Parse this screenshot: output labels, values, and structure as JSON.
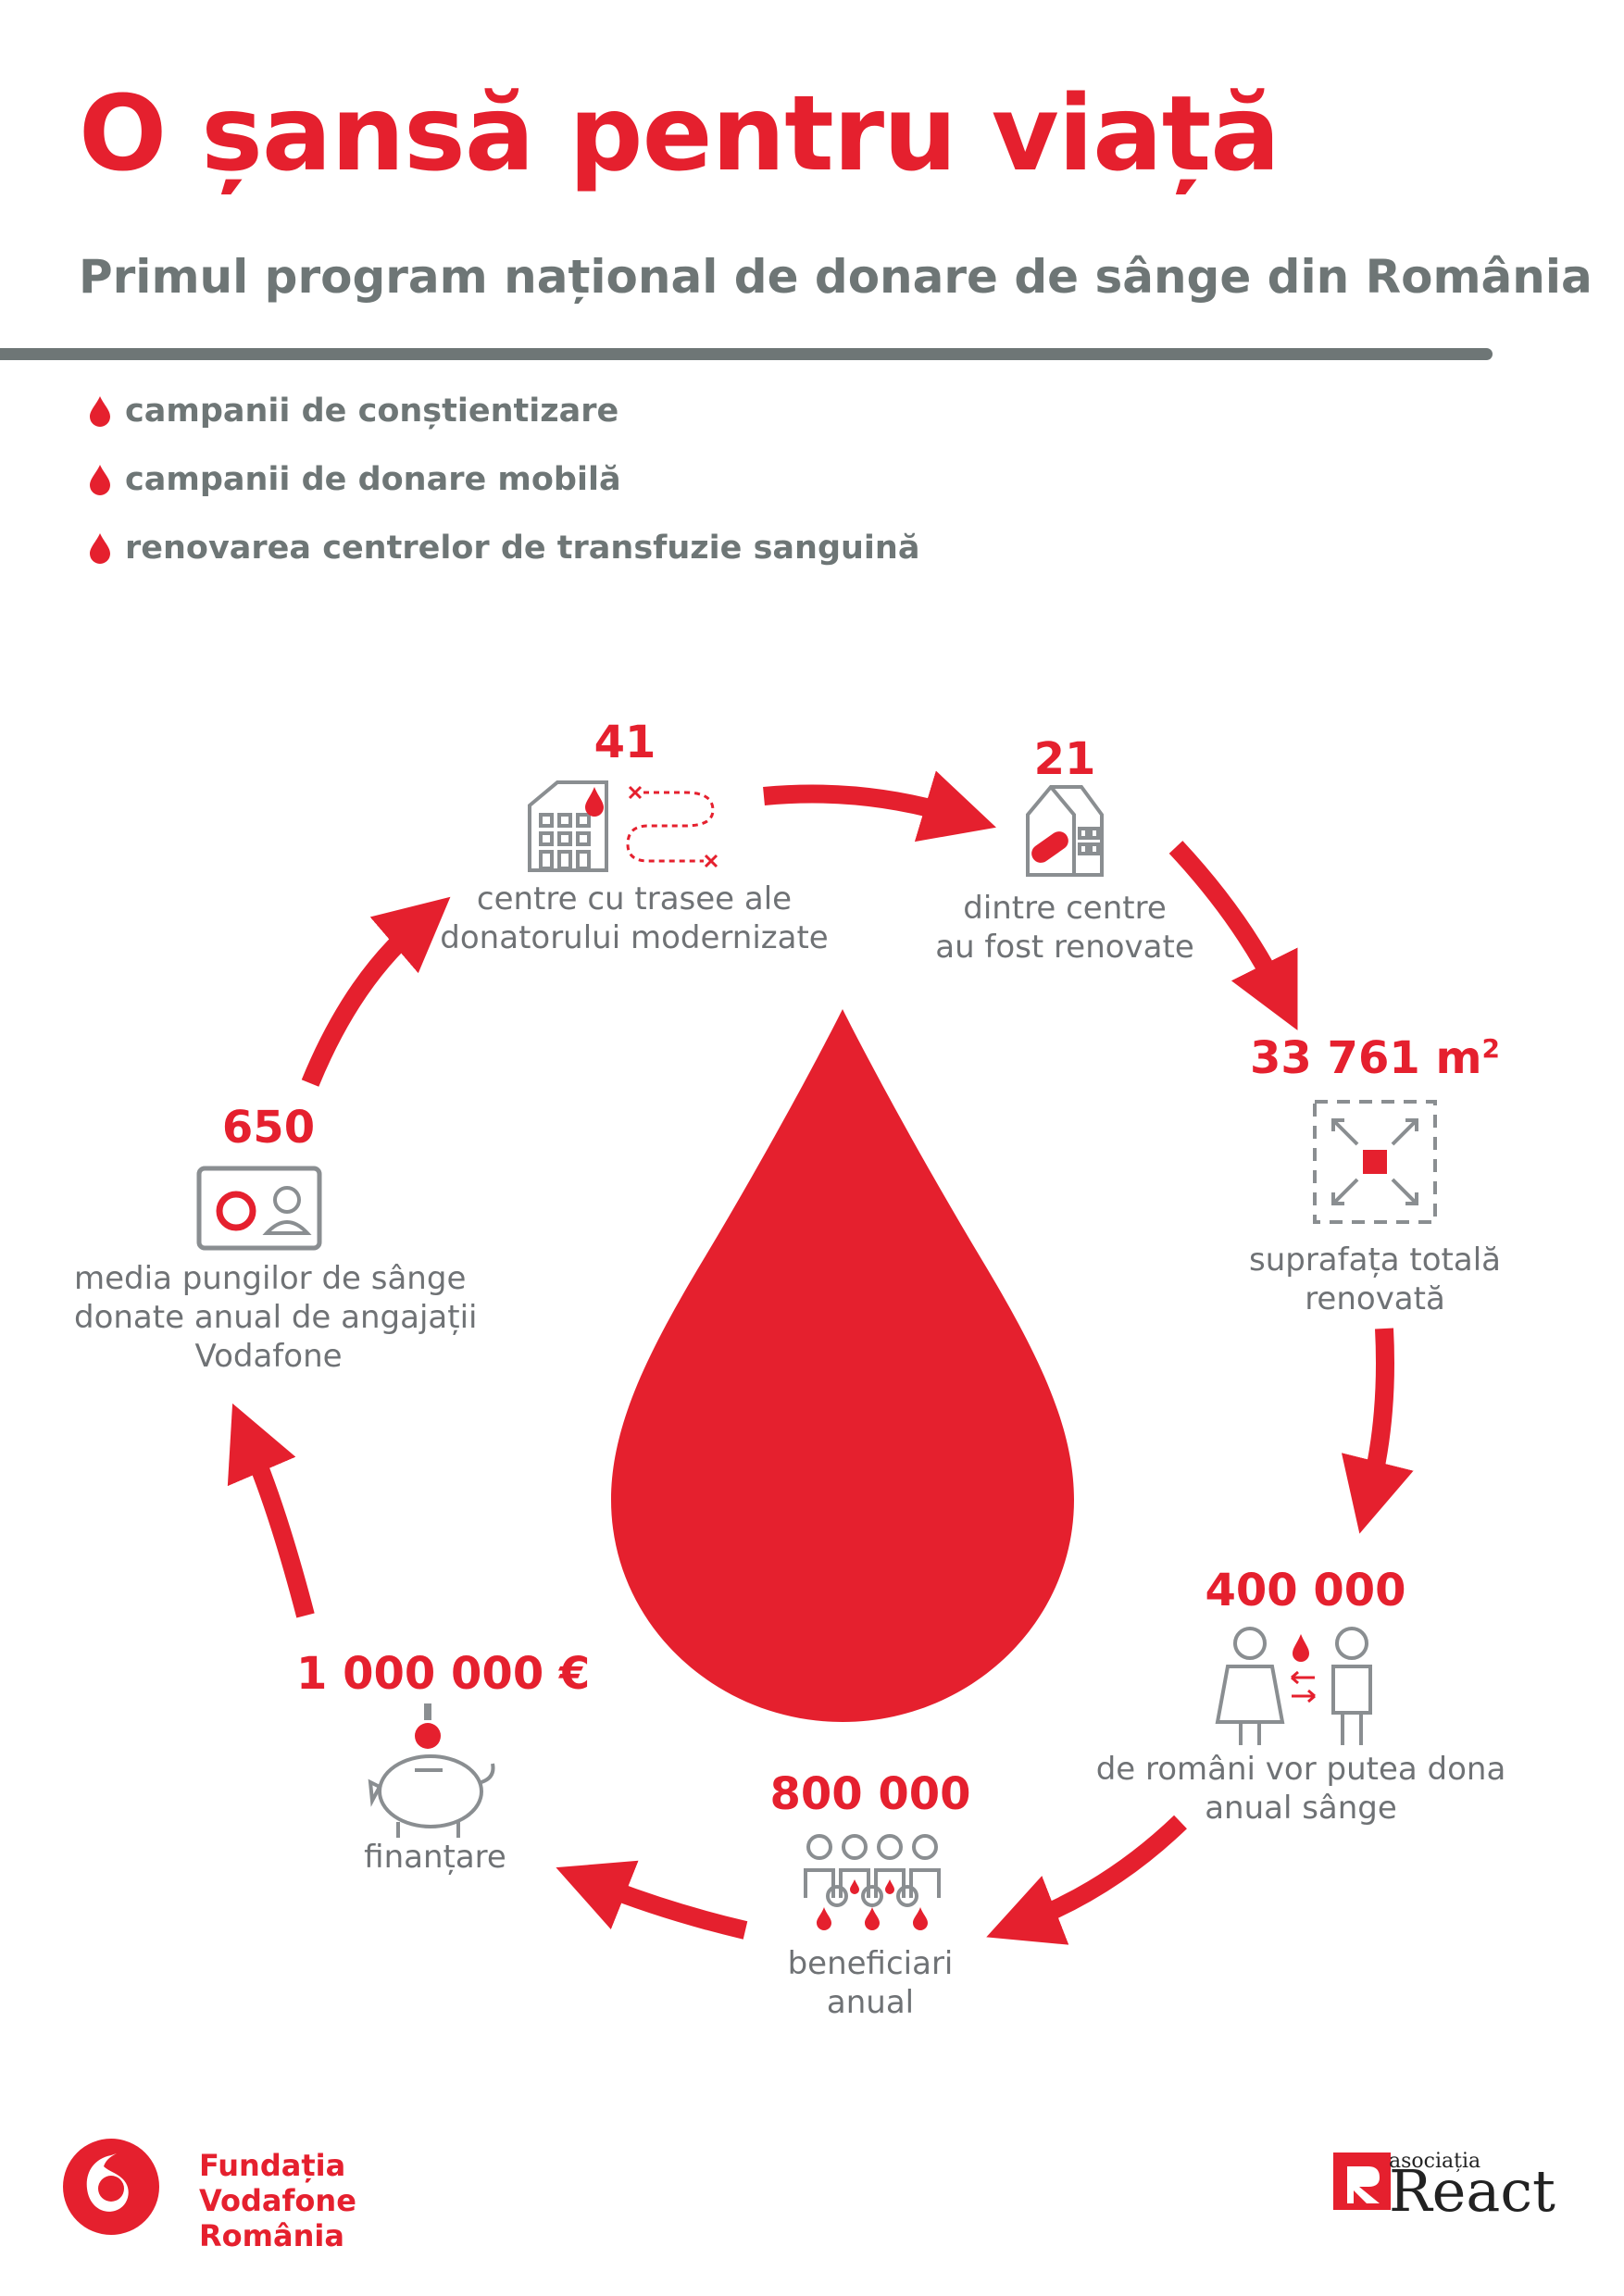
{
  "header": {
    "title": "O șansă pentru viață",
    "subtitle": "Primul program național de donare de sânge din România"
  },
  "bullets": [
    "campanii de conștientizare",
    "campanii de donare mobilă",
    "renovarea centrelor de transfuzie sanguină"
  ],
  "stats": {
    "centers_modernized": {
      "value": "41",
      "label_line1": "centre cu trasee ale",
      "label_line2": "donatorului modernizate"
    },
    "centers_renovated": {
      "value": "21",
      "label_line1": "dintre centre",
      "label_line2": "au fost renovate"
    },
    "surface": {
      "value": "33 761 m",
      "unit_sup": "2",
      "label_line1": "suprafața totală",
      "label_line2": "renovată"
    },
    "donors": {
      "value": "400 000",
      "label_line1": "de români vor putea dona",
      "label_line2": "anual sânge"
    },
    "beneficiaries": {
      "value": "800 000",
      "label_line1": "beneficiari",
      "label_line2": "anual"
    },
    "funding": {
      "value": "1 000 000 €",
      "label_line1": "finanțare"
    },
    "employee_bags": {
      "value": "650",
      "label_line1": "media pungilor de sânge",
      "label_line2": "donate anual de angajații",
      "label_line3": "Vodafone"
    }
  },
  "footer": {
    "vodafone_line1": "Fundația",
    "vodafone_line2": "Vodafone",
    "vodafone_line3": "România",
    "react_small": "asociația",
    "react_word": "React"
  },
  "colors": {
    "red": "#e5202e",
    "gray": "#6e7676",
    "icon_gray": "#8a8e91"
  },
  "icons": [
    "blood-drop-icon",
    "building-icon",
    "route-icon",
    "damaged-building-icon",
    "expand-area-icon",
    "donor-exchange-icon",
    "crowd-icon",
    "piggy-bank-icon",
    "vodafone-id-card-icon"
  ]
}
